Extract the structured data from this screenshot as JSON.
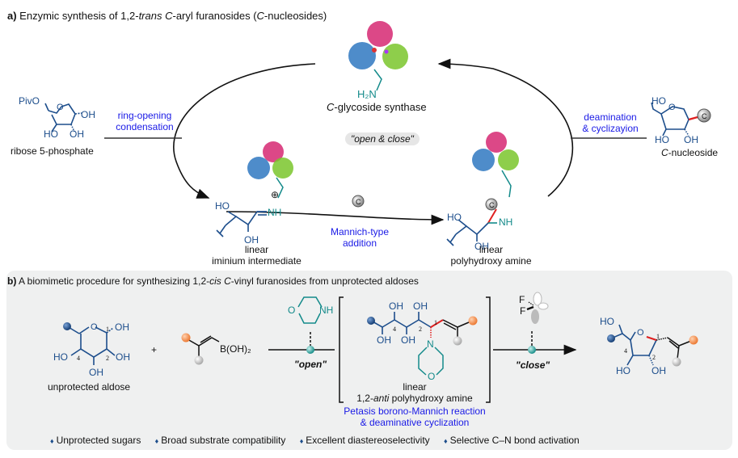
{
  "panel_a": {
    "heading_prefix": "a)",
    "heading_text_1": " Enzymic synthesis of 1,2-",
    "heading_italic_1": "trans",
    "heading_text_2": " ",
    "heading_italic_2": "C",
    "heading_text_3": "-aryl furanosides (",
    "heading_italic_3": "C",
    "heading_text_4": "-nucleosides)",
    "enzyme_label_italic": "C",
    "enzyme_label_rest": "-glycoside synthase",
    "enzyme_amine": "H₂N",
    "center_pill": "\"open & close\"",
    "start_molecule": {
      "label": "ribose 5-phosphate",
      "substituent": "PivO",
      "groups": [
        "OH",
        "HO",
        "OH"
      ],
      "ring_o": "O"
    },
    "step1": {
      "line1": "ring-opening",
      "line2": "condensation"
    },
    "iminium": {
      "line1": "linear",
      "line2": "iminium intermediate",
      "groups": [
        "HO",
        "OH"
      ],
      "nh": "NH",
      "charge": "⊕"
    },
    "step2": {
      "nucleophile": "C",
      "line1": "Mannich-type",
      "line2": "addition"
    },
    "amine": {
      "line1": "linear",
      "line2": "polyhydroxy amine",
      "groups": [
        "HO",
        "OH"
      ],
      "nh": "NH",
      "c_ball": "C"
    },
    "step3": {
      "line1": "deamination",
      "line2": "& cyclizayion"
    },
    "product": {
      "label_italic": "C",
      "label_rest": "-nucleoside",
      "groups": [
        "HO",
        "HO",
        "OH"
      ],
      "ring_o": "O",
      "c_ball": "C"
    }
  },
  "panel_b": {
    "heading_prefix": "b)",
    "heading_text_1": " A biomimetic procedure for synthesizing 1,2-",
    "heading_italic_1": "cis",
    "heading_text_2": " ",
    "heading_italic_2": "C",
    "heading_text_3": "-vinyl furanosides from unprotected aldoses",
    "aldose": {
      "label": "unprotected aldose",
      "groups": [
        "OH",
        "HO",
        "OH",
        "OH"
      ],
      "ring_o": "O",
      "locants": [
        "1",
        "2",
        "4"
      ]
    },
    "plus": "+",
    "boronic": {
      "group": "B(OH)₂"
    },
    "morpholine": {
      "o": "O",
      "nh": "NH"
    },
    "open_label": "\"open\"",
    "intermediate": {
      "line1": "linear",
      "line2_italic": "anti",
      "line2_prefix": "1,2-",
      "line2_rest": " polyhydroxy amine",
      "groups": [
        "OH",
        "OH",
        "OH",
        "OH"
      ],
      "n": "N",
      "o": "O",
      "locants": [
        "1",
        "2",
        "4"
      ]
    },
    "reaction_line1": "Petasis borono-Mannich reaction",
    "reaction_line2": "& deaminative cyclization",
    "reagent": {
      "f1": "F",
      "f2": "F"
    },
    "close_label": "\"close\"",
    "product": {
      "groups": [
        "HO",
        "HO",
        "OH"
      ],
      "ring_o": "O",
      "locants": [
        "1",
        "2",
        "4"
      ]
    },
    "features": [
      "Unprotected sugars",
      "Broad substrate compatibility",
      "Excellent diastereoselectivity",
      "Selective C–N bond activation"
    ],
    "bullet": "♦"
  },
  "colors": {
    "reagent_text": "#1a1ae6",
    "molecule": "#1d4e8c",
    "amine": "#138a8a",
    "new_bond": "#e02020",
    "panel_bg": "#eff0f0",
    "orange_ball": "#f08a4b",
    "gray_ball": "#bdbdbd"
  }
}
